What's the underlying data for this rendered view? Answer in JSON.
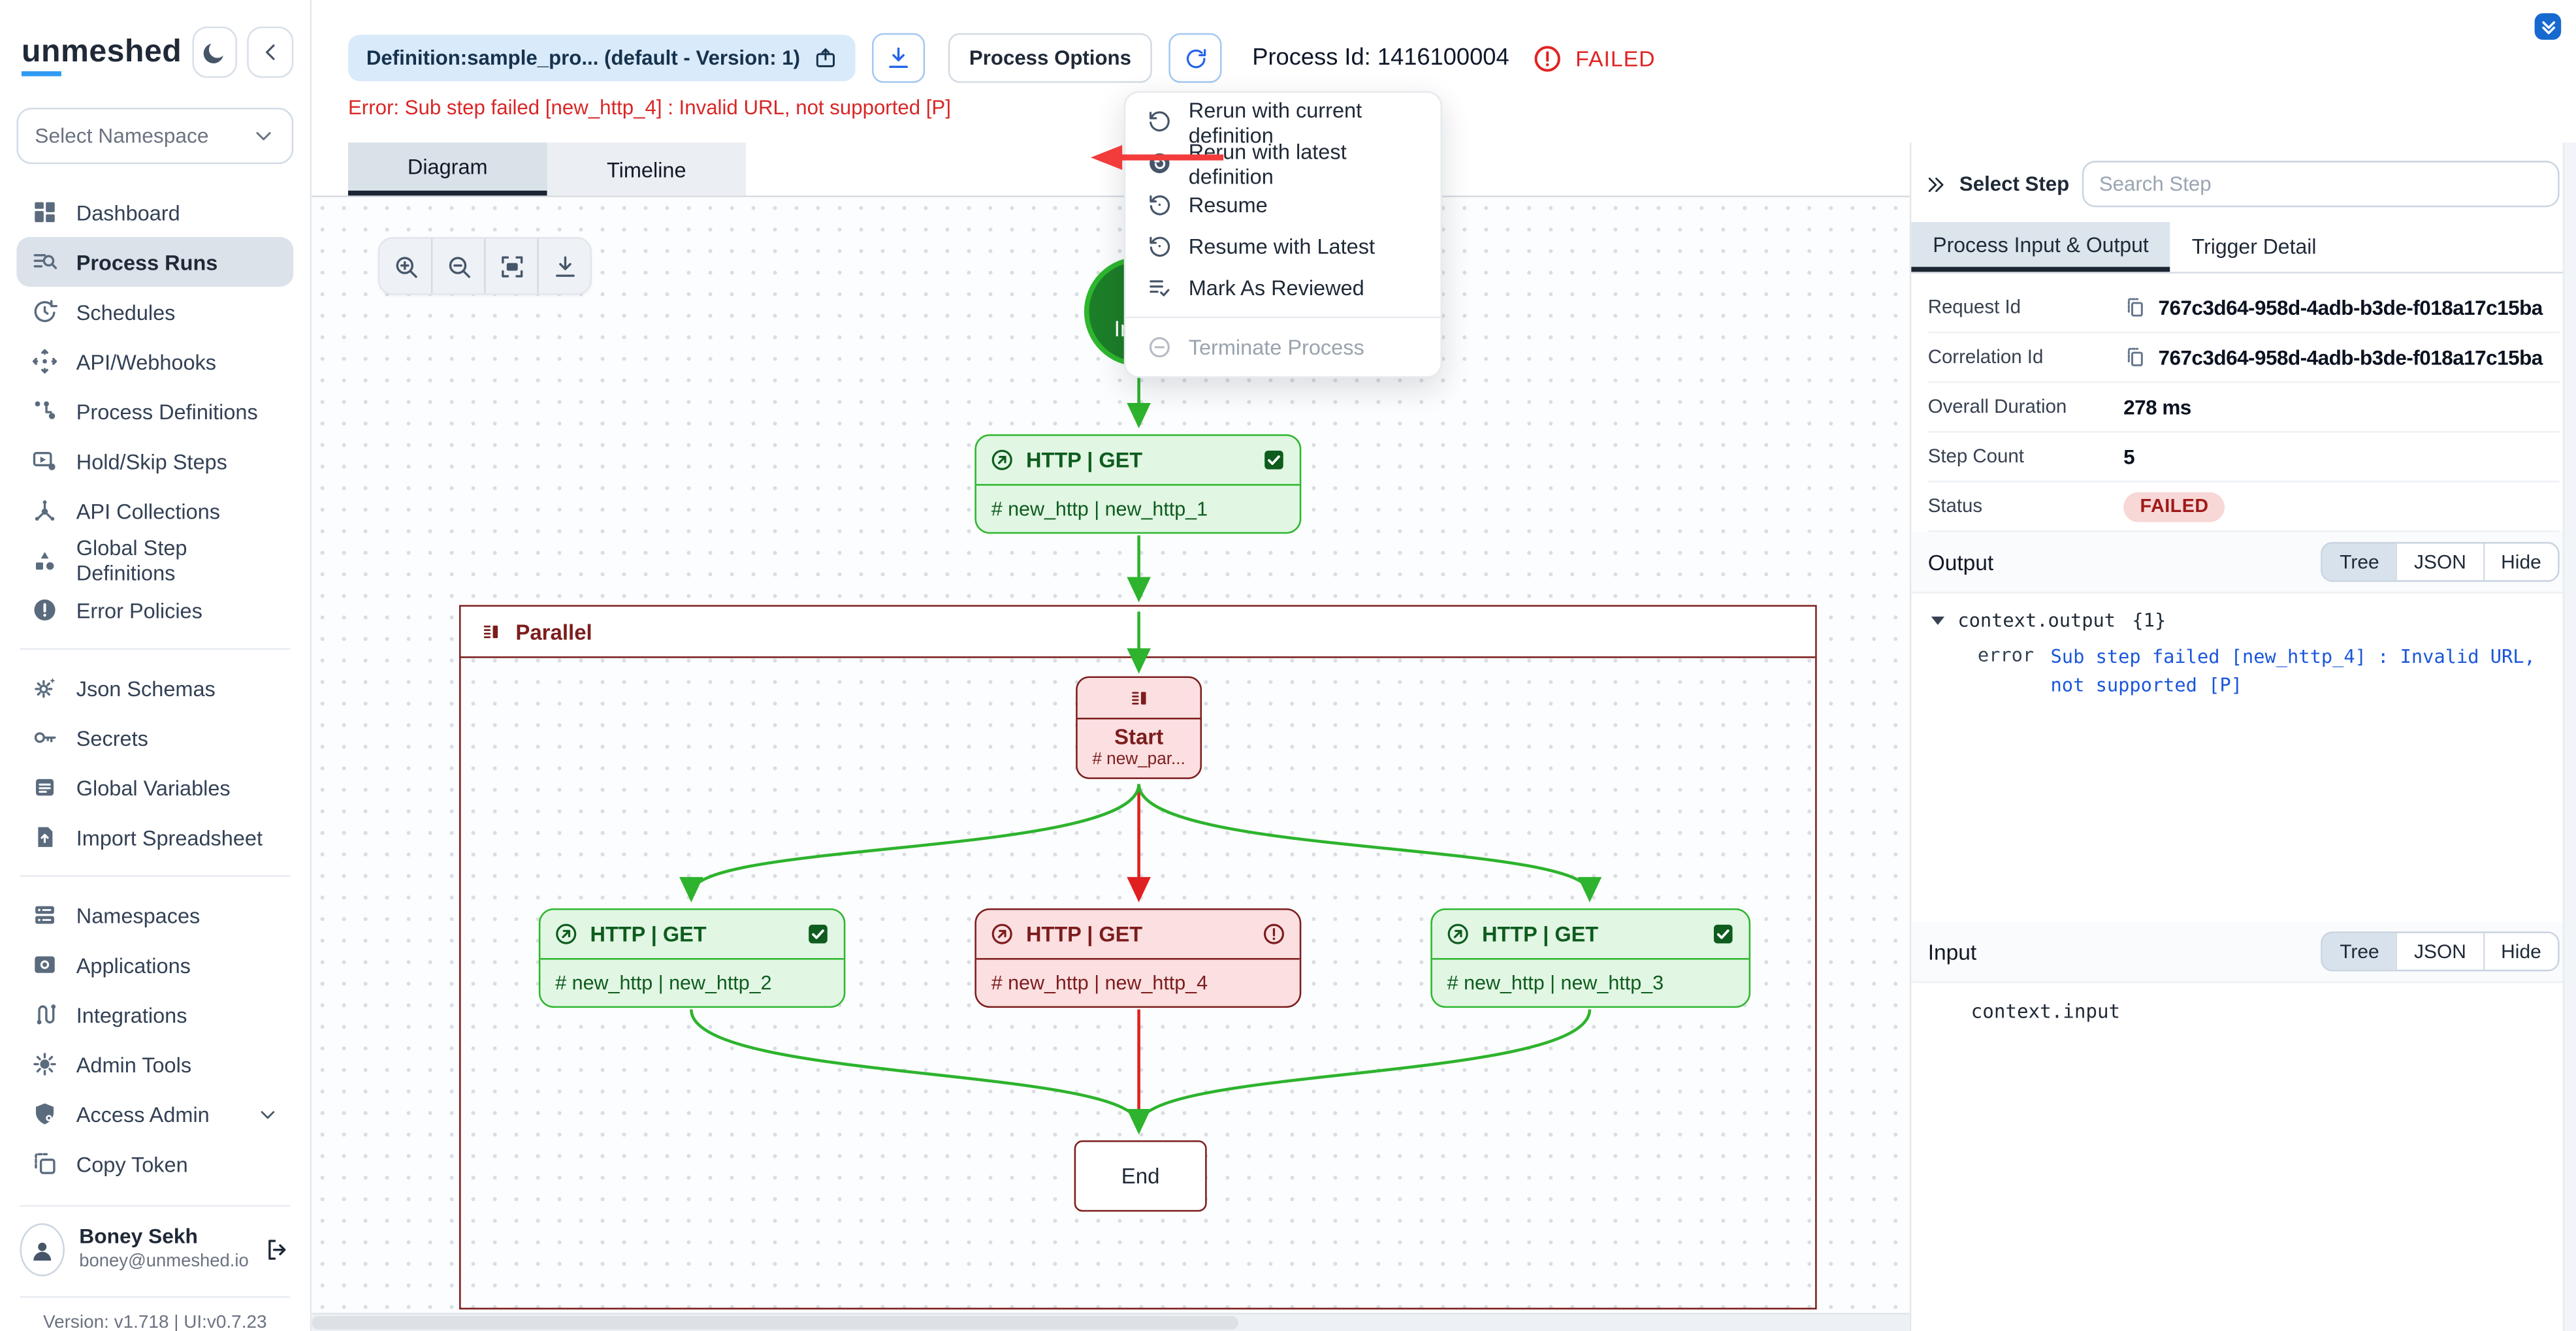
{
  "app": {
    "logo_prefix": "un",
    "logo_suffix": "meshed",
    "version_line": "Version: v1.718 | UI:v0.7.23",
    "colors": {
      "accent_blue": "#2563eb",
      "success_green": "#2eb62e",
      "danger_red": "#e02424",
      "maroon": "#7c1d1d",
      "pill_blue_bg": "#d9eafb"
    }
  },
  "sidebar": {
    "namespace_placeholder": "Select Namespace",
    "sections": [
      {
        "items": [
          {
            "icon": "dashboard-icon",
            "label": "Dashboard"
          },
          {
            "icon": "process-runs-icon",
            "label": "Process Runs",
            "active": true
          },
          {
            "icon": "schedules-icon",
            "label": "Schedules"
          },
          {
            "icon": "api-webhooks-icon",
            "label": "API/Webhooks"
          },
          {
            "icon": "process-definitions-icon",
            "label": "Process Definitions"
          },
          {
            "icon": "hold-skip-icon",
            "label": "Hold/Skip Steps"
          },
          {
            "icon": "api-collections-icon",
            "label": "API Collections"
          },
          {
            "icon": "global-step-definitions-icon",
            "label": "Global Step Definitions"
          },
          {
            "icon": "error-policies-icon",
            "label": "Error Policies"
          }
        ]
      },
      {
        "items": [
          {
            "icon": "json-schemas-icon",
            "label": "Json Schemas"
          },
          {
            "icon": "secrets-icon",
            "label": "Secrets"
          },
          {
            "icon": "global-variables-icon",
            "label": "Global Variables"
          },
          {
            "icon": "import-spreadsheet-icon",
            "label": "Import Spreadsheet"
          }
        ]
      },
      {
        "items": [
          {
            "icon": "namespaces-icon",
            "label": "Namespaces"
          },
          {
            "icon": "applications-icon",
            "label": "Applications"
          },
          {
            "icon": "integrations-icon",
            "label": "Integrations"
          },
          {
            "icon": "admin-tools-icon",
            "label": "Admin Tools"
          },
          {
            "icon": "access-admin-icon",
            "label": "Access Admin",
            "chevron": true
          },
          {
            "icon": "copy-token-icon",
            "label": "Copy Token"
          }
        ]
      }
    ],
    "user": {
      "name": "Boney Sekh",
      "email": "boney@unmeshed.io"
    }
  },
  "header": {
    "definition_label": "Definition:sample_pro... (default - Version: 1)",
    "process_options_label": "Process Options",
    "process_id_label": "Process Id: 1416100004",
    "status": "FAILED",
    "error_line": "Error: Sub step failed [new_http_4] : Invalid URL, not supported [P]"
  },
  "tabs": {
    "diagram": "Diagram",
    "timeline": "Timeline"
  },
  "process_menu": {
    "items": [
      {
        "icon": "rerun-current-icon",
        "label": "Rerun with current definition"
      },
      {
        "icon": "rerun-latest-icon",
        "label": "Rerun with latest definition",
        "annotated": true
      },
      {
        "icon": "resume-icon",
        "label": "Resume"
      },
      {
        "icon": "resume-latest-icon",
        "label": "Resume with Latest"
      },
      {
        "icon": "mark-reviewed-icon",
        "label": "Mark As Reviewed"
      },
      {
        "icon": "terminate-icon",
        "label": "Terminate Process",
        "disabled": true,
        "divider_before": true
      }
    ]
  },
  "diagram": {
    "input_label": "Input",
    "parallel_label": "Parallel",
    "start": {
      "title": "Start",
      "subtitle": "# new_par..."
    },
    "end_label": "End",
    "nodes": [
      {
        "title": "HTTP | GET",
        "subtitle": "# new_http | new_http_1",
        "status": "success"
      },
      {
        "title": "HTTP | GET",
        "subtitle": "# new_http | new_http_2",
        "status": "success"
      },
      {
        "title": "HTTP | GET",
        "subtitle": "# new_http | new_http_4",
        "status": "failed"
      },
      {
        "title": "HTTP | GET",
        "subtitle": "# new_http | new_http_3",
        "status": "success"
      }
    ]
  },
  "panel": {
    "select_step_label": "Select Step",
    "search_placeholder": "Search Step",
    "tabs": [
      "Process Input & Output",
      "Trigger Detail"
    ],
    "details": [
      {
        "label": "Request Id",
        "value": "767c3d64-958d-4adb-b3de-f018a17c15ba",
        "copy": true
      },
      {
        "label": "Correlation Id",
        "value": "767c3d64-958d-4adb-b3de-f018a17c15ba",
        "copy": true
      },
      {
        "label": "Overall Duration",
        "value": "278 ms"
      },
      {
        "label": "Step Count",
        "value": "5"
      },
      {
        "label": "Status",
        "value": "FAILED",
        "badge": true
      }
    ],
    "output": {
      "title": "Output",
      "views": [
        "Tree",
        "JSON",
        "Hide"
      ],
      "active_view": "Tree",
      "root": "context.output",
      "count": "{1}",
      "error_key": "error",
      "error_value": "Sub step failed [new_http_4] : Invalid URL, not supported [P]"
    },
    "input": {
      "title": "Input",
      "views": [
        "Tree",
        "JSON",
        "Hide"
      ],
      "active_view": "Tree",
      "root": "context.input"
    }
  }
}
